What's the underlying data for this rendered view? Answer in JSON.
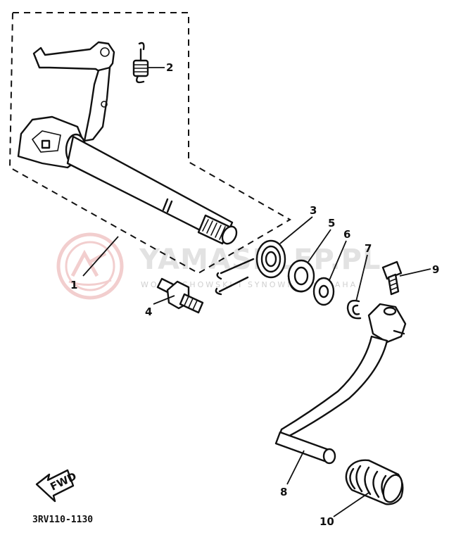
{
  "diagram": {
    "drawing_code": "3RV110-1130",
    "watermark": {
      "main": "YAMASKLEP.PL",
      "sub": "WOJCIECHOWSKI I SYNOWIE · YAMAHA"
    },
    "fwd_label": "FWD",
    "callouts": [
      {
        "id": "1",
        "label": "1"
      },
      {
        "id": "2",
        "label": "2"
      },
      {
        "id": "3",
        "label": "3"
      },
      {
        "id": "4",
        "label": "4"
      },
      {
        "id": "5",
        "label": "5"
      },
      {
        "id": "6",
        "label": "6"
      },
      {
        "id": "7",
        "label": "7"
      },
      {
        "id": "8",
        "label": "8"
      },
      {
        "id": "9",
        "label": "9"
      },
      {
        "id": "10",
        "label": "10"
      }
    ]
  },
  "colors": {
    "ink": "#111111",
    "watermark_red": "#e8a7a7",
    "watermark_grey": "#d9d9d9"
  }
}
